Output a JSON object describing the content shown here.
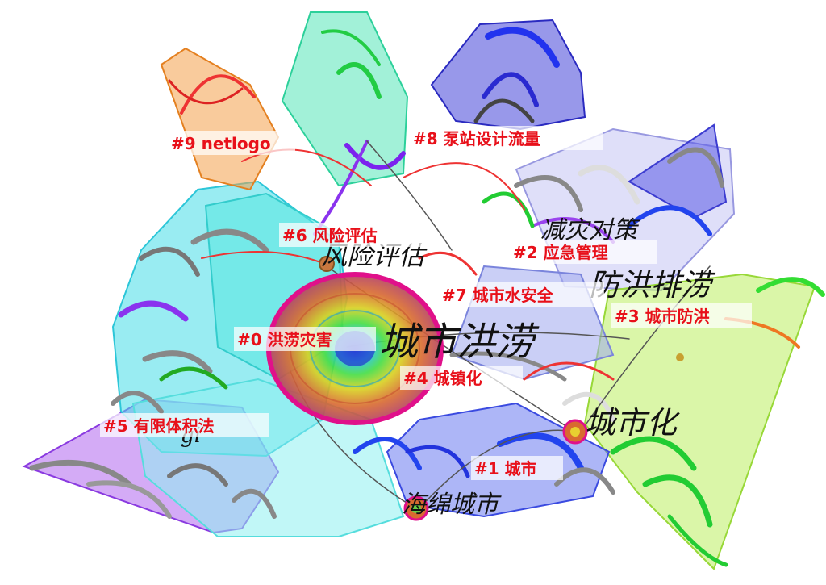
{
  "clusters": [
    {
      "id": "#0",
      "label": "洪涝灾害",
      "color": "#1ec8e8"
    },
    {
      "id": "#1",
      "label": "城市",
      "color": "#2244ee"
    },
    {
      "id": "#2",
      "label": "应急管理",
      "color": "#3344cc"
    },
    {
      "id": "#3",
      "label": "城市防洪",
      "color": "#a8e830"
    },
    {
      "id": "#4",
      "label": "城镇化",
      "color": "#66dddd"
    },
    {
      "id": "#5",
      "label": "有限体积法",
      "color": "#9933ee"
    },
    {
      "id": "#6",
      "label": "风险评估",
      "color": "#33dde6"
    },
    {
      "id": "#7",
      "label": "城市水安全",
      "color": "#b8b8f0"
    },
    {
      "id": "#8",
      "label": "泵站设计流量",
      "color": "#2a2ad6"
    },
    {
      "id": "#9",
      "label": "netlogo",
      "color": "#f09530"
    }
  ],
  "keywords": [
    "城市洪涝",
    "防洪排涝",
    "城市化",
    "风险评估",
    "减灾对策",
    "海绵城市",
    "gi"
  ],
  "hub_color": "#e0108a"
}
